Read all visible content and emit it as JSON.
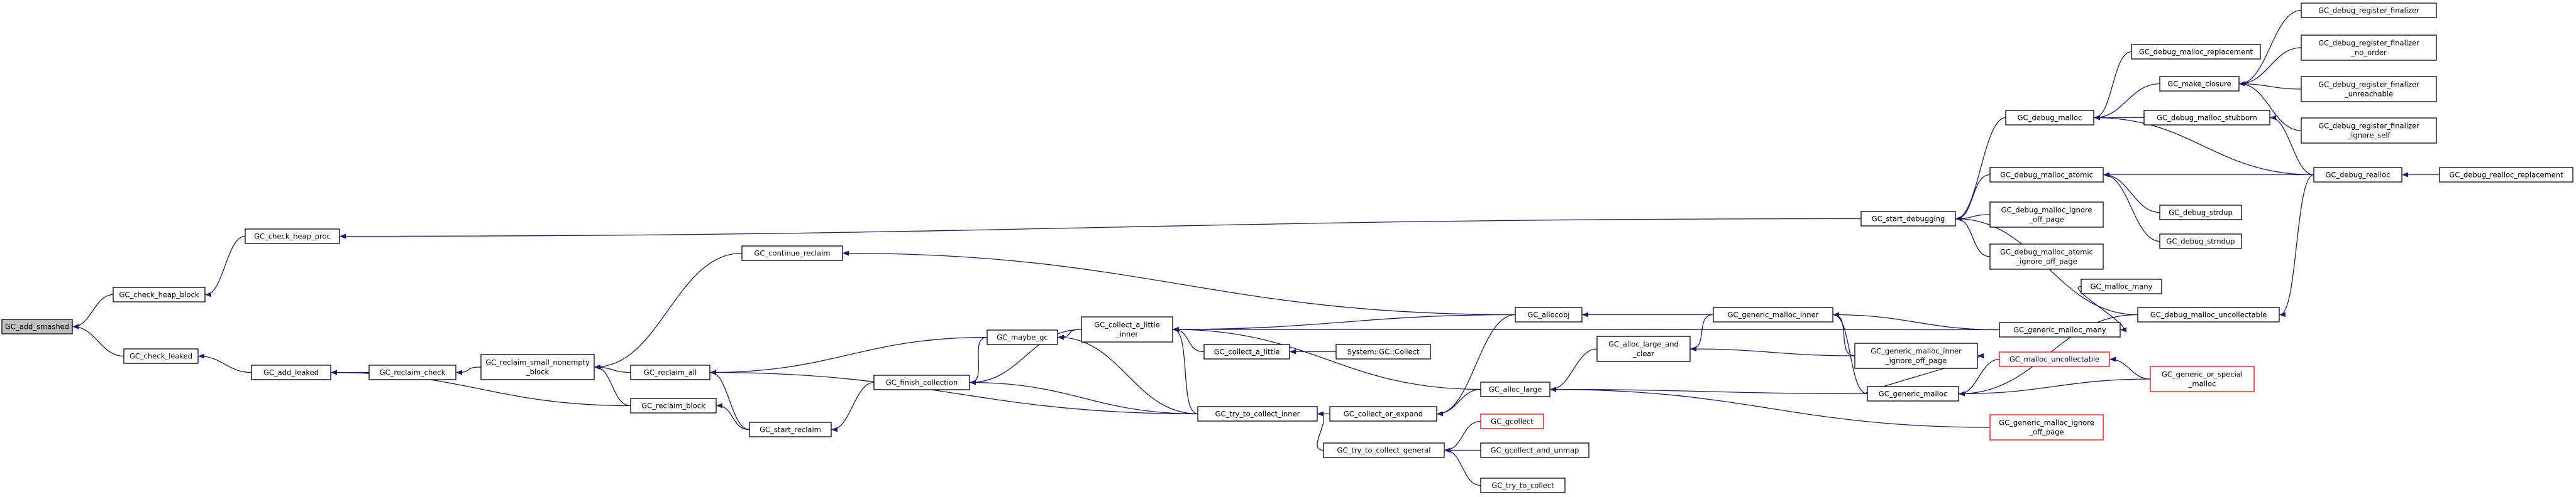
{
  "graph": {
    "colors": {
      "edge": "#191970",
      "border": "#000000",
      "highlight": "#ff0000",
      "root_fill": "#bfbfbf"
    },
    "nodes": [
      {
        "id": "n_add_smashed",
        "lines": [
          "GC_add_smashed"
        ],
        "style": "root"
      },
      {
        "id": "n_check_heap_block",
        "lines": [
          "GC_check_heap_block"
        ]
      },
      {
        "id": "n_check_leaked",
        "lines": [
          "GC_check_leaked"
        ]
      },
      {
        "id": "n_check_heap_proc",
        "lines": [
          "GC_check_heap_proc"
        ]
      },
      {
        "id": "n_add_leaked",
        "lines": [
          "GC_add_leaked"
        ]
      },
      {
        "id": "n_reclaim_check",
        "lines": [
          "GC_reclaim_check"
        ]
      },
      {
        "id": "n_reclaim_small",
        "lines": [
          "GC_reclaim_small_nonempty",
          "_block"
        ]
      },
      {
        "id": "n_continue_reclaim",
        "lines": [
          "GC_continue_reclaim"
        ]
      },
      {
        "id": "n_reclaim_all",
        "lines": [
          "GC_reclaim_all"
        ]
      },
      {
        "id": "n_reclaim_block",
        "lines": [
          "GC_reclaim_block"
        ]
      },
      {
        "id": "n_start_reclaim",
        "lines": [
          "GC_start_reclaim"
        ]
      },
      {
        "id": "n_finish_collection",
        "lines": [
          "GC_finish_collection"
        ]
      },
      {
        "id": "n_maybe_gc",
        "lines": [
          "GC_maybe_gc"
        ]
      },
      {
        "id": "n_collect_a_little_inner",
        "lines": [
          "GC_collect_a_little",
          "_inner"
        ]
      },
      {
        "id": "n_collect_a_little",
        "lines": [
          "GC_collect_a_little"
        ]
      },
      {
        "id": "n_system_collect",
        "lines": [
          "System::GC::Collect"
        ]
      },
      {
        "id": "n_try_to_collect_inner",
        "lines": [
          "GC_try_to_collect_inner"
        ]
      },
      {
        "id": "n_collect_or_expand",
        "lines": [
          "GC_collect_or_expand"
        ]
      },
      {
        "id": "n_try_to_collect_general",
        "lines": [
          "GC_try_to_collect_general"
        ]
      },
      {
        "id": "n_gcollect",
        "lines": [
          "GC_gcollect"
        ],
        "style": "red"
      },
      {
        "id": "n_gcollect_and_unmap",
        "lines": [
          "GC_gcollect_and_unmap"
        ]
      },
      {
        "id": "n_try_to_collect",
        "lines": [
          "GC_try_to_collect"
        ]
      },
      {
        "id": "n_allocobj",
        "lines": [
          "GC_allocobj"
        ]
      },
      {
        "id": "n_alloc_large_and_clear",
        "lines": [
          "GC_alloc_large_and",
          "_clear"
        ]
      },
      {
        "id": "n_alloc_large",
        "lines": [
          "GC_alloc_large"
        ]
      },
      {
        "id": "n_generic_malloc_inner",
        "lines": [
          "GC_generic_malloc_inner"
        ]
      },
      {
        "id": "n_generic_malloc_inner_iop",
        "lines": [
          "GC_generic_malloc_inner",
          "_ignore_off_page"
        ]
      },
      {
        "id": "n_generic_malloc",
        "lines": [
          "GC_generic_malloc"
        ]
      },
      {
        "id": "n_generic_malloc_ignore",
        "lines": [
          "GC_generic_malloc_ignore",
          "_off_page"
        ],
        "style": "red"
      },
      {
        "id": "n_generic_malloc_many",
        "lines": [
          "GC_generic_malloc_many"
        ]
      },
      {
        "id": "n_malloc_many",
        "lines": [
          "GC_malloc_many"
        ]
      },
      {
        "id": "n_start_debugging",
        "lines": [
          "GC_start_debugging"
        ]
      },
      {
        "id": "n_debug_malloc",
        "lines": [
          "GC_debug_malloc"
        ]
      },
      {
        "id": "n_debug_malloc_atomic",
        "lines": [
          "GC_debug_malloc_atomic"
        ]
      },
      {
        "id": "n_debug_malloc_ignore",
        "lines": [
          "GC_debug_malloc_ignore",
          "_off_page"
        ]
      },
      {
        "id": "n_debug_malloc_atomic_ignore",
        "lines": [
          "GC_debug_malloc_atomic",
          "_ignore_off_page"
        ]
      },
      {
        "id": "n_debug_malloc_uncollectable",
        "lines": [
          "GC_debug_malloc_uncollectable"
        ]
      },
      {
        "id": "n_malloc_uncollectable",
        "lines": [
          "GC_malloc_uncollectable"
        ],
        "style": "red"
      },
      {
        "id": "n_generic_or_special",
        "lines": [
          "GC_generic_or_special",
          "_malloc"
        ],
        "style": "red"
      },
      {
        "id": "n_debug_malloc_replacement",
        "lines": [
          "GC_debug_malloc_replacement"
        ]
      },
      {
        "id": "n_make_closure",
        "lines": [
          "GC_make_closure"
        ]
      },
      {
        "id": "n_debug_malloc_stubborn",
        "lines": [
          "GC_debug_malloc_stubborn"
        ]
      },
      {
        "id": "n_debug_strdup",
        "lines": [
          "GC_debug_strdup"
        ]
      },
      {
        "id": "n_debug_strndup",
        "lines": [
          "GC_debug_strndup"
        ]
      },
      {
        "id": "n_debug_realloc",
        "lines": [
          "GC_debug_realloc"
        ]
      },
      {
        "id": "n_debug_realloc_replacement",
        "lines": [
          "GC_debug_realloc_replacement"
        ]
      },
      {
        "id": "n_drf",
        "lines": [
          "GC_debug_register_finalizer"
        ]
      },
      {
        "id": "n_drf_no_order",
        "lines": [
          "GC_debug_register_finalizer",
          "_no_order"
        ]
      },
      {
        "id": "n_drf_unreachable",
        "lines": [
          "GC_debug_register_finalizer",
          "_unreachable"
        ]
      },
      {
        "id": "n_drf_ignore_self",
        "lines": [
          "GC_debug_register_finalizer",
          "_ignore_self"
        ]
      }
    ],
    "edges": [
      [
        "n_check_heap_block",
        "n_add_smashed"
      ],
      [
        "n_check_leaked",
        "n_add_smashed"
      ],
      [
        "n_check_heap_proc",
        "n_check_heap_block"
      ],
      [
        "n_add_leaked",
        "n_check_leaked"
      ],
      [
        "n_reclaim_check",
        "n_add_leaked"
      ],
      [
        "n_reclaim_block",
        "n_add_leaked"
      ],
      [
        "n_reclaim_small",
        "n_reclaim_check"
      ],
      [
        "n_continue_reclaim",
        "n_reclaim_small"
      ],
      [
        "n_reclaim_all",
        "n_reclaim_small"
      ],
      [
        "n_reclaim_block",
        "n_reclaim_small"
      ],
      [
        "n_allocobj",
        "n_continue_reclaim"
      ],
      [
        "n_start_reclaim",
        "n_reclaim_all"
      ],
      [
        "n_maybe_gc",
        "n_reclaim_all"
      ],
      [
        "n_try_to_collect_inner",
        "n_reclaim_all"
      ],
      [
        "n_start_reclaim",
        "n_reclaim_block"
      ],
      [
        "n_finish_collection",
        "n_start_reclaim"
      ],
      [
        "n_maybe_gc",
        "n_finish_collection"
      ],
      [
        "n_collect_a_little_inner",
        "n_finish_collection"
      ],
      [
        "n_try_to_collect_inner",
        "n_finish_collection"
      ],
      [
        "n_collect_a_little_inner",
        "n_maybe_gc"
      ],
      [
        "n_try_to_collect_inner",
        "n_maybe_gc"
      ],
      [
        "n_collect_a_little",
        "n_collect_a_little_inner"
      ],
      [
        "n_allocobj",
        "n_collect_a_little_inner"
      ],
      [
        "n_alloc_large",
        "n_collect_a_little_inner"
      ],
      [
        "n_generic_malloc_many",
        "n_collect_a_little_inner"
      ],
      [
        "n_try_to_collect_inner",
        "n_collect_a_little_inner"
      ],
      [
        "n_system_collect",
        "n_collect_a_little"
      ],
      [
        "n_collect_or_expand",
        "n_try_to_collect_inner"
      ],
      [
        "n_try_to_collect_general",
        "n_try_to_collect_inner"
      ],
      [
        "n_allocobj",
        "n_collect_or_expand"
      ],
      [
        "n_alloc_large",
        "n_collect_or_expand"
      ],
      [
        "n_gcollect",
        "n_try_to_collect_general"
      ],
      [
        "n_gcollect_and_unmap",
        "n_try_to_collect_general"
      ],
      [
        "n_try_to_collect",
        "n_try_to_collect_general"
      ],
      [
        "n_generic_malloc_inner",
        "n_allocobj"
      ],
      [
        "n_alloc_large_and_clear",
        "n_alloc_large"
      ],
      [
        "n_generic_malloc",
        "n_alloc_large"
      ],
      [
        "n_generic_malloc_ignore",
        "n_alloc_large"
      ],
      [
        "n_generic_malloc_inner",
        "n_alloc_large_and_clear"
      ],
      [
        "n_generic_malloc_inner_iop",
        "n_alloc_large_and_clear"
      ],
      [
        "n_generic_malloc_many",
        "n_generic_malloc_inner"
      ],
      [
        "n_generic_malloc",
        "n_generic_malloc_inner"
      ],
      [
        "n_generic_malloc_inner_iop",
        "n_generic_malloc_inner"
      ],
      [
        "n_generic_malloc",
        "n_generic_malloc_inner_iop"
      ],
      [
        "n_malloc_many",
        "n_generic_malloc_many"
      ],
      [
        "n_debug_malloc_uncollectable",
        "n_generic_malloc"
      ],
      [
        "n_malloc_uncollectable",
        "n_generic_malloc"
      ],
      [
        "n_generic_or_special",
        "n_generic_malloc"
      ],
      [
        "n_generic_or_special",
        "n_malloc_uncollectable"
      ],
      [
        "n_start_debugging",
        "n_check_heap_proc"
      ],
      [
        "n_debug_malloc",
        "n_start_debugging"
      ],
      [
        "n_debug_malloc_atomic",
        "n_start_debugging"
      ],
      [
        "n_debug_malloc_ignore",
        "n_start_debugging"
      ],
      [
        "n_debug_malloc_atomic_ignore",
        "n_start_debugging"
      ],
      [
        "n_debug_malloc_uncollectable",
        "n_start_debugging"
      ],
      [
        "n_debug_malloc_replacement",
        "n_debug_malloc"
      ],
      [
        "n_make_closure",
        "n_debug_malloc"
      ],
      [
        "n_debug_malloc_stubborn",
        "n_debug_malloc"
      ],
      [
        "n_debug_realloc",
        "n_debug_malloc"
      ],
      [
        "n_debug_strdup",
        "n_debug_malloc_atomic"
      ],
      [
        "n_debug_strndup",
        "n_debug_malloc_atomic"
      ],
      [
        "n_debug_realloc",
        "n_debug_malloc_atomic"
      ],
      [
        "n_debug_realloc",
        "n_debug_malloc_stubborn"
      ],
      [
        "n_debug_realloc",
        "n_debug_malloc_uncollectable"
      ],
      [
        "n_debug_realloc_replacement",
        "n_debug_realloc"
      ],
      [
        "n_drf",
        "n_make_closure"
      ],
      [
        "n_drf_no_order",
        "n_make_closure"
      ],
      [
        "n_drf_unreachable",
        "n_make_closure"
      ],
      [
        "n_drf_ignore_self",
        "n_make_closure"
      ]
    ]
  }
}
